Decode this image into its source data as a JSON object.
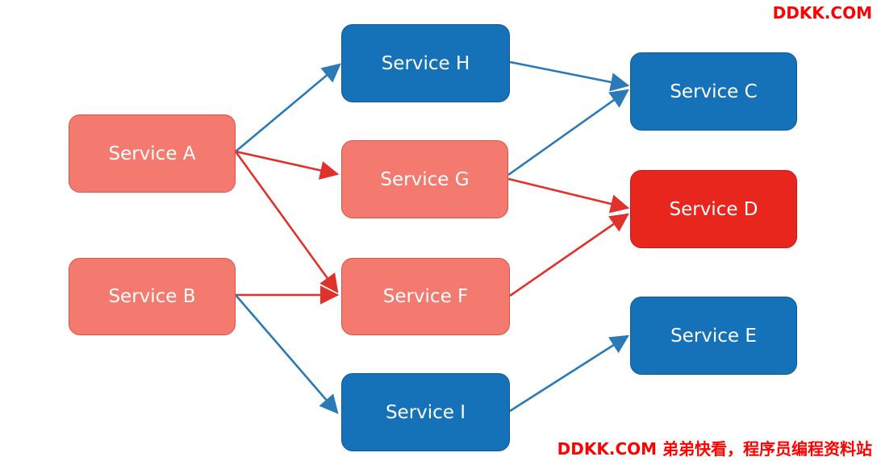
{
  "watermark_top": "DDKK.COM",
  "watermark_bottom": "DDKK.COM 弟弟快看，程序员编程资料站",
  "colors": {
    "blue": "#1572b8",
    "salmon": "#f47a6f",
    "red": "#e8261e",
    "edge_blue": "#2a7ab8",
    "edge_red": "#e0312a"
  },
  "nodes": [
    {
      "id": "A",
      "label": "Service A",
      "color": "salmon"
    },
    {
      "id": "B",
      "label": "Service B",
      "color": "salmon"
    },
    {
      "id": "H",
      "label": "Service H",
      "color": "blue"
    },
    {
      "id": "G",
      "label": "Service G",
      "color": "salmon"
    },
    {
      "id": "F",
      "label": "Service F",
      "color": "salmon"
    },
    {
      "id": "I",
      "label": "Service I",
      "color": "blue"
    },
    {
      "id": "C",
      "label": "Service C",
      "color": "blue"
    },
    {
      "id": "D",
      "label": "Service D",
      "color": "red"
    },
    {
      "id": "E",
      "label": "Service E",
      "color": "blue"
    }
  ],
  "edges": [
    {
      "from": "A",
      "to": "H",
      "color": "blue"
    },
    {
      "from": "A",
      "to": "G",
      "color": "red"
    },
    {
      "from": "A",
      "to": "F",
      "color": "red"
    },
    {
      "from": "B",
      "to": "F",
      "color": "red"
    },
    {
      "from": "B",
      "to": "I",
      "color": "blue"
    },
    {
      "from": "H",
      "to": "C",
      "color": "blue"
    },
    {
      "from": "G",
      "to": "C",
      "color": "blue"
    },
    {
      "from": "G",
      "to": "D",
      "color": "red"
    },
    {
      "from": "F",
      "to": "D",
      "color": "red"
    },
    {
      "from": "I",
      "to": "E",
      "color": "blue"
    }
  ]
}
